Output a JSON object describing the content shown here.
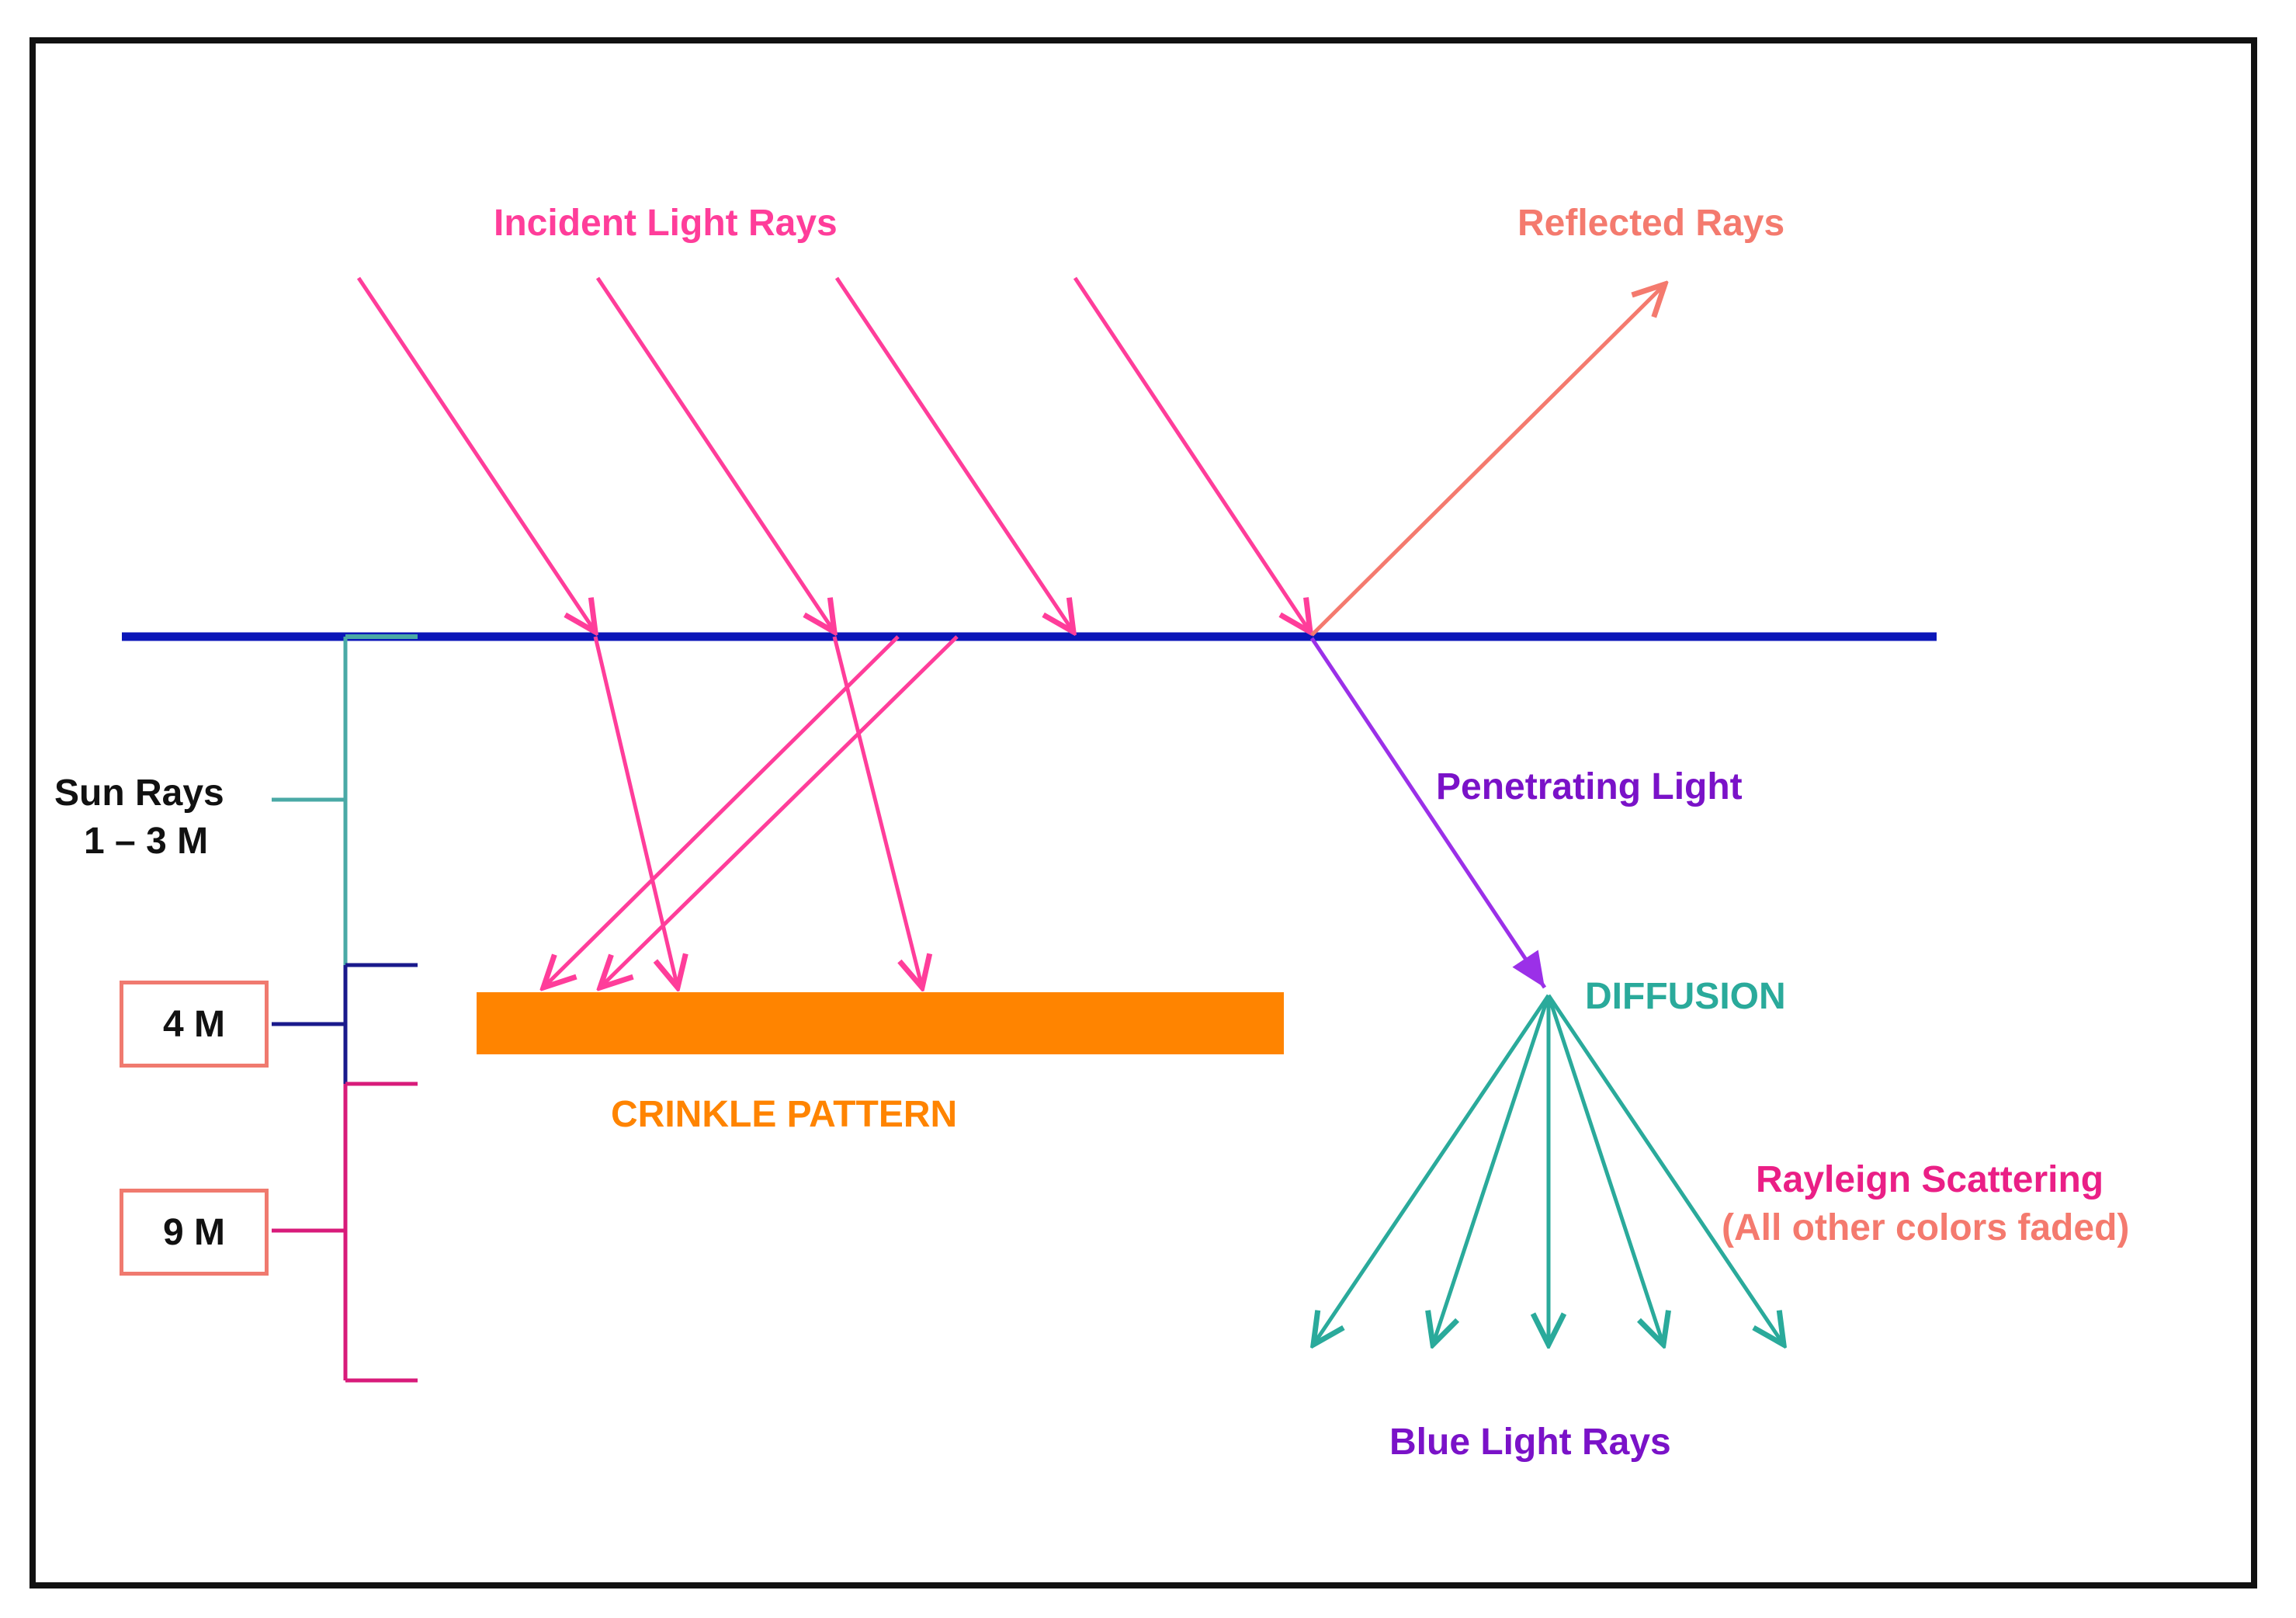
{
  "labels": {
    "incident": "Incident Light Rays",
    "reflected": "Reflected Rays",
    "penetrating": "Penetrating Light",
    "diffusion": "DIFFUSION",
    "crinkle": "CRINKLE PATTERN",
    "rayleigh": "Rayleign Scattering",
    "rayleigh_sub": "(All other colors faded)",
    "blue_rays": "Blue Light Rays",
    "sun_rays_line1": "Sun Rays",
    "sun_rays_line2": "1 – 3 M",
    "depth_4m": "4 M",
    "depth_9m": "9 M"
  },
  "colors": {
    "incident": "#ff3d9a",
    "reflected": "#f47a6e",
    "penetrating": "#9b30e8",
    "diffusion": "#2aaa9b",
    "crinkle": "#ff8400",
    "surface": "#0b16b8",
    "depth_9m": "#d81b7a",
    "blue_rays_label": "#7a12c8",
    "rayleigh_title": "#ea1f86",
    "rayleigh_sub": "#f47a6e",
    "box_border": "#f07a6f"
  }
}
